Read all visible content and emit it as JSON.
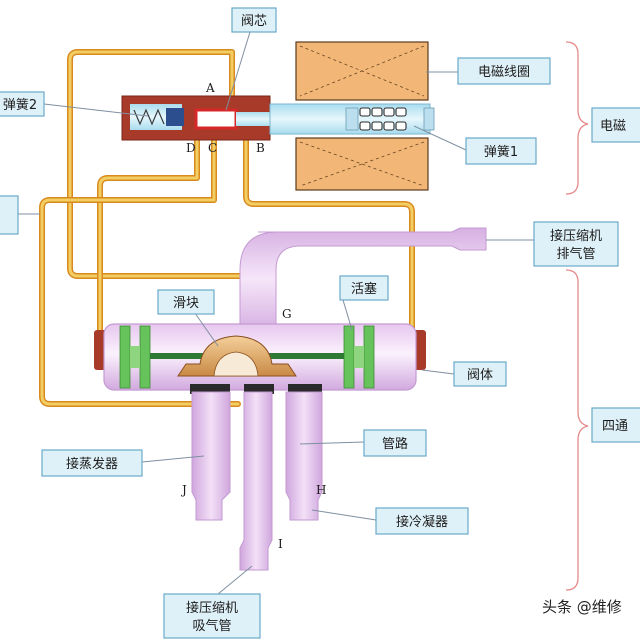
{
  "labels": {
    "valve_core": "阀芯",
    "spring2": "弹簧2",
    "coil": "电磁线圈",
    "spring1": "弹簧1",
    "electro_right": "电磁",
    "compressor_discharge_1": "接压缩机",
    "compressor_discharge_2": "排气管",
    "slider": "滑块",
    "piston": "活塞",
    "valve_body": "阀体",
    "four_way": "四通",
    "evaporator": "接蒸发器",
    "pipeline": "管路",
    "condenser": "接冷凝器",
    "compressor_suction_1": "接压缩机",
    "compressor_suction_2": "吸气管"
  },
  "letters": {
    "A": "A",
    "B": "B",
    "C": "C",
    "D": "D",
    "G": "G",
    "H": "H",
    "I": "I",
    "J": "J"
  },
  "watermark": "头条 @维修",
  "colors": {
    "pipe_outer": "#d98a1e",
    "pipe_inner": "#f3cf63",
    "body_pink": "#e3c3ec",
    "coil_orange": "#f2b777",
    "valve_green": "#66c25a",
    "pilot_cyan": "#bfe6f3",
    "dark_red": "#a83a2a",
    "callout_fill": "#dff1f8",
    "brace_pink": "#e58a8a"
  }
}
